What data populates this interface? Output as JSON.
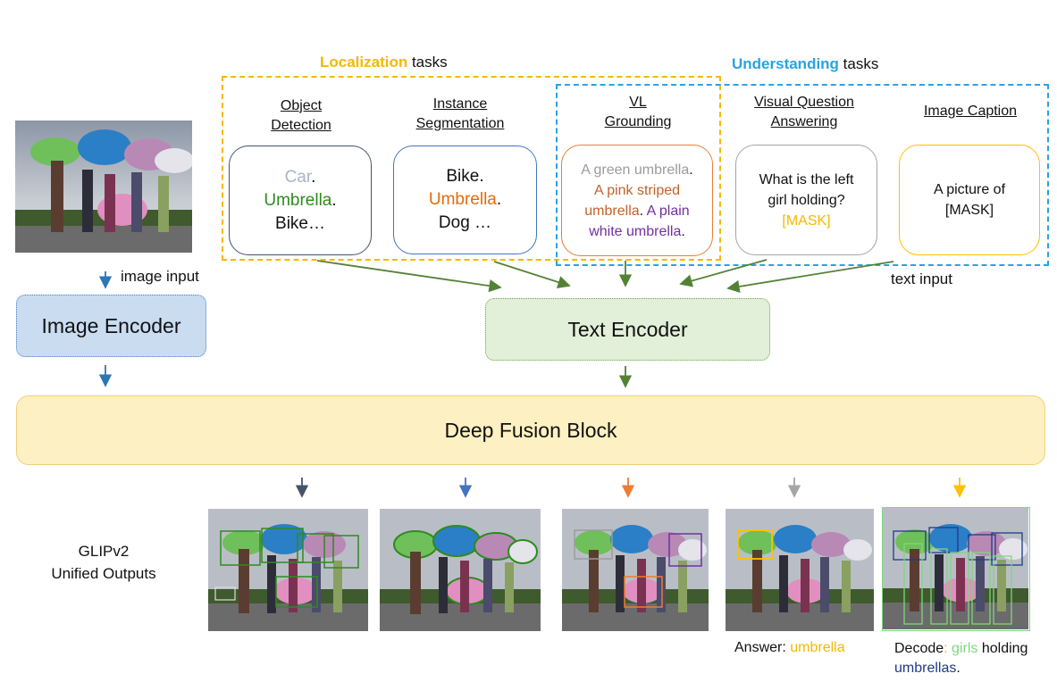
{
  "headings": {
    "localization_word": "Localization",
    "localization_rest": " tasks",
    "understanding_word": "Understanding",
    "understanding_rest": " tasks"
  },
  "colors": {
    "localization": "#f5b800",
    "understanding": "#29a3e0",
    "arrow_green": "#548235",
    "image_encoder_fill": "#c9dcf0",
    "text_encoder_fill": "#e2efd9",
    "fusion_fill": "#fdf0c2"
  },
  "tasks": [
    {
      "title_l1": "Object",
      "title_l2": "Detection",
      "border": "#44546a"
    },
    {
      "title_l1": "Instance",
      "title_l2": "Segmentation",
      "border": "#4472c4"
    },
    {
      "title_l1": "VL",
      "title_l2": "Grounding",
      "border": "#ed7d31"
    },
    {
      "title_l1": "Visual Question",
      "title_l2": "Answering",
      "border": "#a5a5a5"
    },
    {
      "title_l1": "Image Caption",
      "title_l2": "",
      "border": "#ffc000"
    }
  ],
  "prompts": {
    "od": {
      "a": "Car",
      "a_end": ".",
      "b": "Umbrella",
      "b_end": ".",
      "c": "Bike…"
    },
    "seg": {
      "a": "Bike",
      "a_end": ".",
      "b": "Umbrella",
      "b_end": ".",
      "c": "Dog …"
    },
    "vl": {
      "a": "A green umbrella",
      "a_end": ".",
      "b1": "A pink striped",
      "b2": "umbrella",
      "b_end": ".",
      "c1": "A plain",
      "c2": "white umbrella",
      "c_end": "."
    },
    "vqa": {
      "l1": "What is the left",
      "l2": "girl holding?",
      "mask": "[MASK]"
    },
    "cap": {
      "l1": "A picture of",
      "l2": "[MASK]"
    }
  },
  "labels": {
    "image_input": "image input",
    "text_input": "text input",
    "image_encoder": "Image Encoder",
    "text_encoder": "Text Encoder",
    "fusion": "Deep Fusion Block",
    "outputs_l1": "GLIPv2",
    "outputs_l2": "Unified Outputs",
    "answer_prefix": "Answer: ",
    "answer_word": "umbrella",
    "decode_prefix": "Decode",
    "decode_colon": ": ",
    "decode_girls": "girls",
    "decode_holding": " holding",
    "decode_umbrellas": "umbrellas",
    "decode_end": "."
  }
}
